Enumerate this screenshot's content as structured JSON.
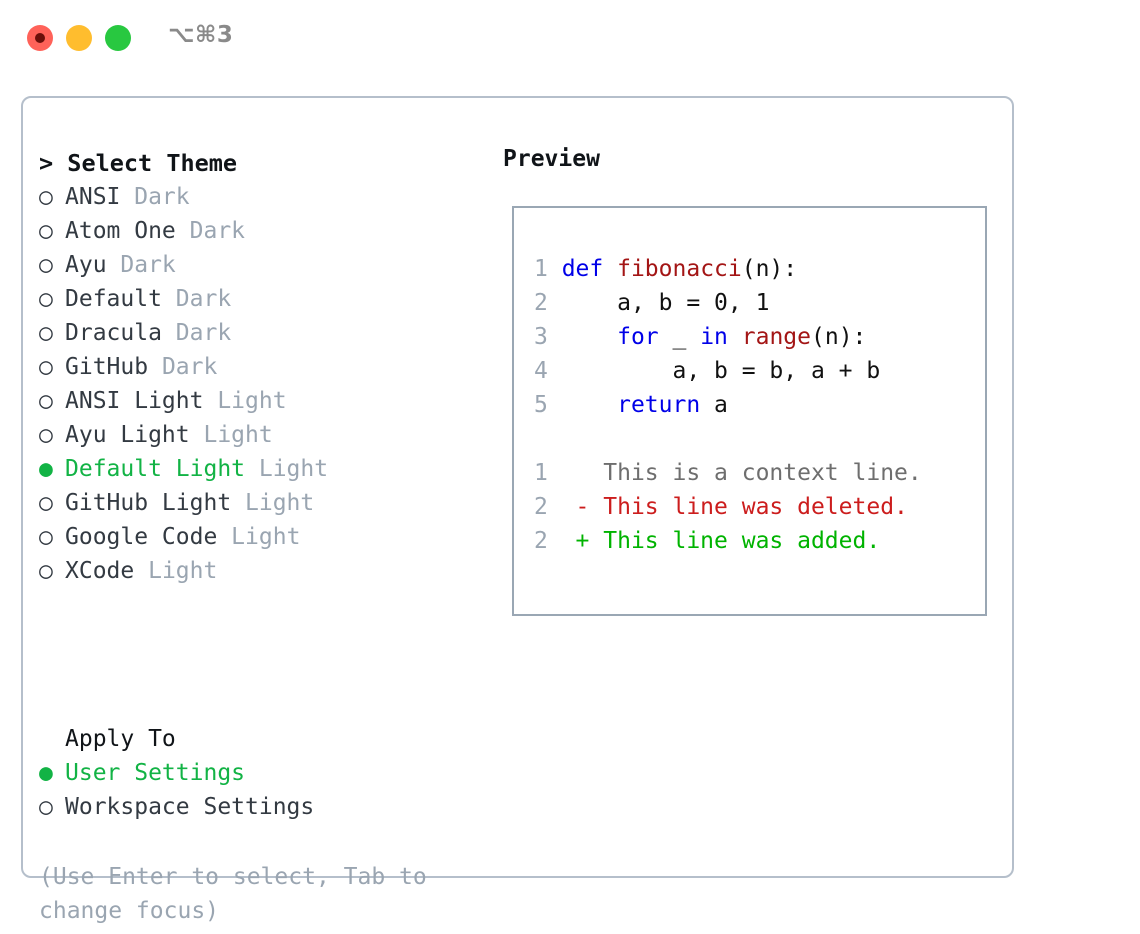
{
  "titlebar": {
    "shortcut": "⌥⌘3",
    "buttons": {
      "close": "close-button",
      "minimize": "minimize-button",
      "maximize": "maximize-button"
    }
  },
  "theme_list": {
    "header": "> Select Theme",
    "bullet_empty": "○",
    "bullet_filled": "●",
    "items": [
      {
        "bullet": "○",
        "name": "ANSI",
        "kind": "Dark",
        "selected": false
      },
      {
        "bullet": "○",
        "name": "Atom One",
        "kind": "Dark",
        "selected": false
      },
      {
        "bullet": "○",
        "name": "Ayu",
        "kind": "Dark",
        "selected": false
      },
      {
        "bullet": "○",
        "name": "Default",
        "kind": "Dark",
        "selected": false
      },
      {
        "bullet": "○",
        "name": "Dracula",
        "kind": "Dark",
        "selected": false
      },
      {
        "bullet": "○",
        "name": "GitHub",
        "kind": "Dark",
        "selected": false
      },
      {
        "bullet": "○",
        "name": "ANSI Light",
        "kind": "Light",
        "selected": false
      },
      {
        "bullet": "○",
        "name": "Ayu Light",
        "kind": "Light",
        "selected": false
      },
      {
        "bullet": "●",
        "name": "Default Light",
        "kind": "Light",
        "selected": true
      },
      {
        "bullet": "○",
        "name": "GitHub Light",
        "kind": "Light",
        "selected": false
      },
      {
        "bullet": "○",
        "name": "Google Code",
        "kind": "Light",
        "selected": false
      },
      {
        "bullet": "○",
        "name": "XCode",
        "kind": "Light",
        "selected": false
      }
    ]
  },
  "apply_to": {
    "header": "Apply To",
    "items": [
      {
        "bullet": "●",
        "name": "User Settings",
        "selected": true
      },
      {
        "bullet": "○",
        "name": "Workspace Settings",
        "selected": false
      }
    ]
  },
  "hint": {
    "line1": "(Use Enter to select, Tab to",
    "line2": "change focus)"
  },
  "preview": {
    "title": "Preview",
    "code_lines": [
      {
        "num": "1",
        "tokens": [
          {
            "t": " def ",
            "c": "kw"
          },
          {
            "t": "fibonacci",
            "c": "fn"
          },
          {
            "t": "(n):",
            "c": "plain"
          }
        ]
      },
      {
        "num": "2",
        "tokens": [
          {
            "t": "     a, b = 0, 1",
            "c": "plain"
          }
        ]
      },
      {
        "num": "3",
        "tokens": [
          {
            "t": "     ",
            "c": "plain"
          },
          {
            "t": "for",
            "c": "kw"
          },
          {
            "t": " _ ",
            "c": "plain"
          },
          {
            "t": "in",
            "c": "kw"
          },
          {
            "t": " ",
            "c": "plain"
          },
          {
            "t": "range",
            "c": "bi"
          },
          {
            "t": "(n):",
            "c": "plain"
          }
        ]
      },
      {
        "num": "4",
        "tokens": [
          {
            "t": "         a, b = b, a + b",
            "c": "plain"
          }
        ]
      },
      {
        "num": "5",
        "tokens": [
          {
            "t": "     ",
            "c": "plain"
          },
          {
            "t": "return",
            "c": "kw"
          },
          {
            "t": " a",
            "c": "plain"
          }
        ]
      }
    ],
    "diff_lines": [
      {
        "num": "1",
        "marker": " ",
        "text": "This is a context line.",
        "kind": "ctx"
      },
      {
        "num": "2",
        "marker": "-",
        "text": "This line was deleted.",
        "kind": "del"
      },
      {
        "num": "2",
        "marker": "+",
        "text": "This line was added.",
        "kind": "add"
      }
    ]
  },
  "colors": {
    "accent_green": "#12b345",
    "muted": "#9aa5b1",
    "text": "#333a42",
    "keyword_blue": "#0000e8",
    "function_red": "#a31515",
    "diff_delete": "#cc1d1d",
    "diff_add": "#00b300",
    "border": "#b5bfcb",
    "traffic_red": "#ff6259",
    "traffic_yellow": "#ffbd2e",
    "traffic_green": "#28c840"
  }
}
